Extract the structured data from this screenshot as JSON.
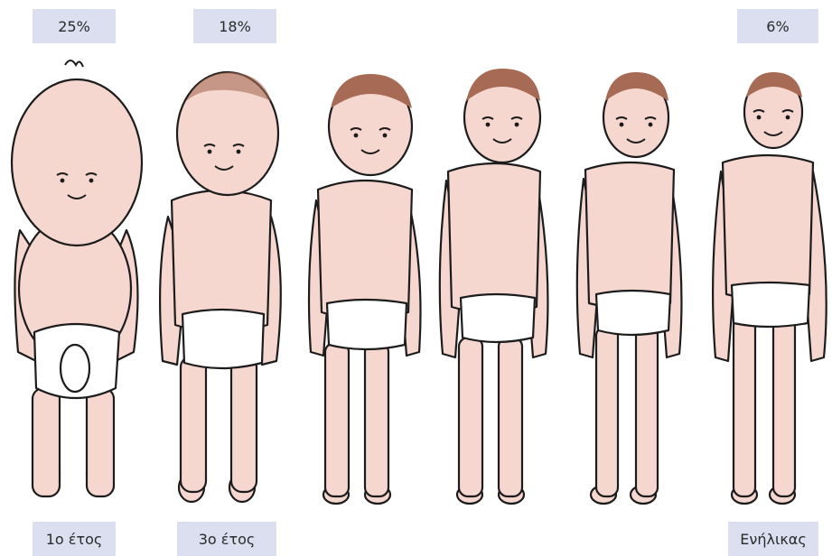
{
  "colors": {
    "skin": "#f5d7cf",
    "hair": "#a66a55",
    "label_bg": "#dcdff0",
    "diaper": "#ffffff",
    "outline": "#1c1c1c"
  },
  "top_labels": [
    "25%",
    "18%",
    "6%"
  ],
  "bottom_labels": [
    "1ο έτος",
    "3ο έτος",
    "Ενήλικας"
  ]
}
